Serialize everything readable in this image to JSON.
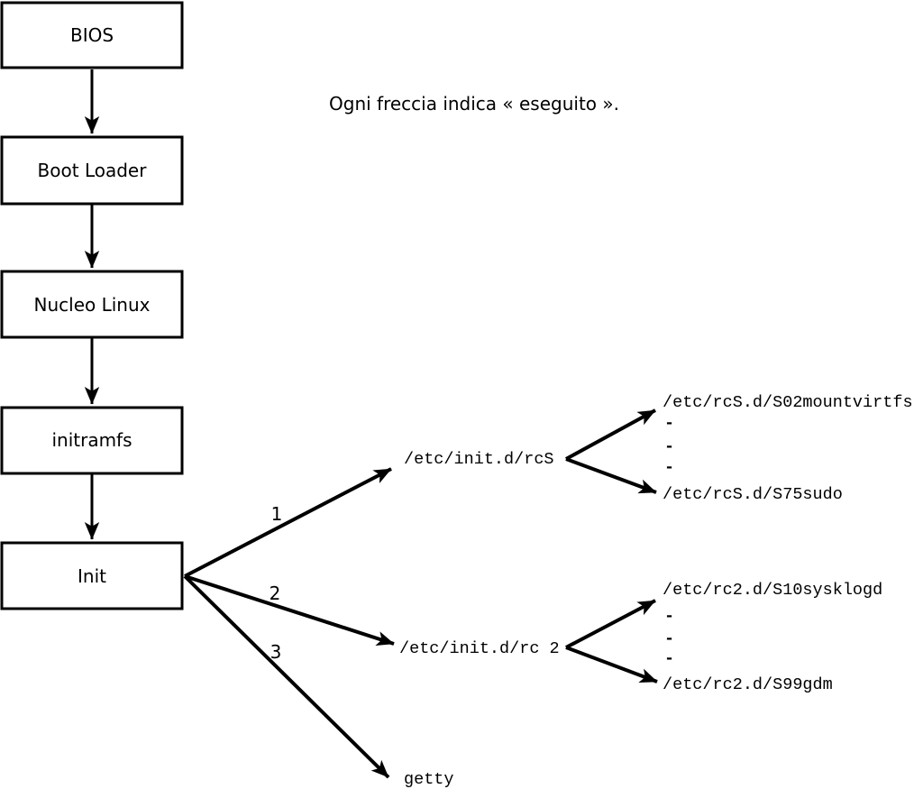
{
  "caption": "Ogni freccia indica « eseguito ».",
  "boot_chain": {
    "bios": "BIOS",
    "boot_loader": "Boot Loader",
    "nucleo_linux": "Nucleo Linux",
    "initramfs": "initramfs",
    "init": "Init"
  },
  "init_branches": [
    {
      "order": "1",
      "target": "/etc/init.d/rcS"
    },
    {
      "order": "2",
      "target": "/etc/init.d/rc 2"
    },
    {
      "order": "3",
      "target": "getty"
    }
  ],
  "rcS_scripts": {
    "first": "/etc/rcS.d/S02mountvirtfs",
    "dashes": [
      "-",
      "-",
      "-"
    ],
    "last": "/etc/rcS.d/S75sudo"
  },
  "rc2_scripts": {
    "first": "/etc/rc2.d/S10sysklogd",
    "dashes": [
      "-",
      "-",
      "-"
    ],
    "last": "/etc/rc2.d/S99gdm"
  },
  "colors": {
    "line": "#000000",
    "background": "#ffffff",
    "box_fill": "#ffffff"
  }
}
